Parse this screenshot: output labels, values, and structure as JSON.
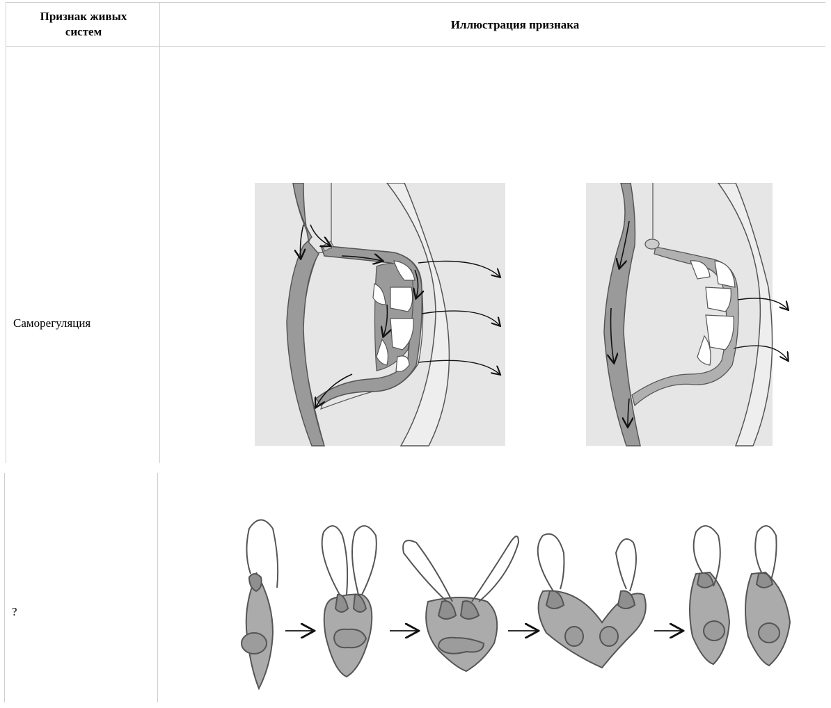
{
  "table": {
    "headers": {
      "col1": "Признак живых систем",
      "col2": "Иллюстрация признака"
    },
    "rows": [
      {
        "trait": "Саморегуляция",
        "illustration": "blood-vessel-regulation"
      },
      {
        "trait": "?",
        "illustration": "euglena-division"
      }
    ]
  },
  "colors": {
    "border": "#cfcfcf",
    "tissue": "#d9d9d9",
    "vessel": "#9a9a9a",
    "cell_fill": "#ababab",
    "stroke": "#555555"
  }
}
